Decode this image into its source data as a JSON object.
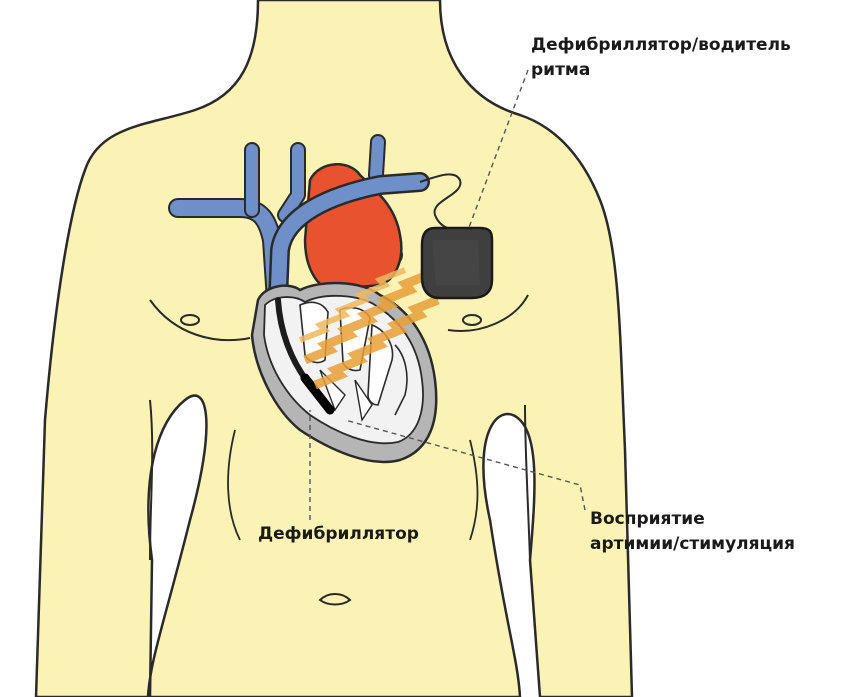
{
  "labels": {
    "device_line1": "Дефибриллятор/водитель",
    "device_line2": "ритма",
    "defibrillator": "Дефибриллятор",
    "sensing_line1": "Восприятие",
    "sensing_line2": "артимии/стимуляция"
  },
  "colors": {
    "skin": "#fbf3b6",
    "skin_outline": "#2a2a2a",
    "vein": "#6f8fc9",
    "artery": "#e8522e",
    "heart_interior": "#f2f2f2",
    "heart_wall": "#b5b5b5",
    "device": "#3f3f3f",
    "shock_arrows": "#e8a038",
    "leader_line": "#555555",
    "text": "#1a1a1a"
  }
}
